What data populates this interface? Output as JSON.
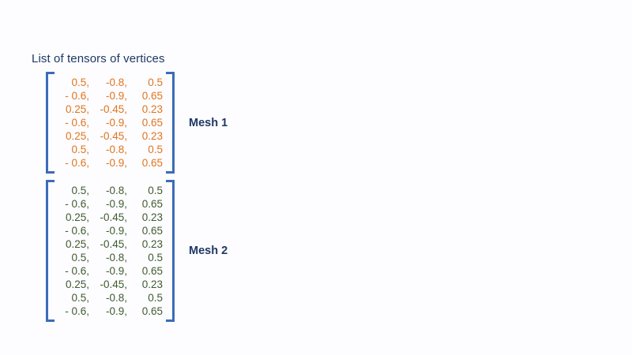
{
  "page": {
    "title": "List of tensors of vertices",
    "background_color": "#fdfcff"
  },
  "colors": {
    "title_navy": "#1f3864",
    "bracket_blue": "#3b6cb8",
    "mesh1_orange": "#e0751d",
    "mesh2_green": "#3f5b2e"
  },
  "meshes": [
    {
      "label": "Mesh 1",
      "color": "#e0751d",
      "row_count": 7,
      "column_count": 3,
      "rows": [
        [
          "0.5,",
          "-0.8,",
          "0.5"
        ],
        [
          "- 0.6,",
          "-0.9,",
          "0.65"
        ],
        [
          "0.25,",
          "-0.45,",
          "0.23"
        ],
        [
          "- 0.6,",
          "-0.9,",
          "0.65"
        ],
        [
          "0.25,",
          "-0.45,",
          "0.23"
        ],
        [
          "0.5,",
          "-0.8,",
          "0.5"
        ],
        [
          "- 0.6,",
          "-0.9,",
          "0.65"
        ]
      ]
    },
    {
      "label": "Mesh 2",
      "color": "#3f5b2e",
      "row_count": 10,
      "column_count": 3,
      "rows": [
        [
          "0.5,",
          "-0.8,",
          "0.5"
        ],
        [
          "- 0.6,",
          "-0.9,",
          "0.65"
        ],
        [
          "0.25,",
          "-0.45,",
          "0.23"
        ],
        [
          "- 0.6,",
          "-0.9,",
          "0.65"
        ],
        [
          "0.25,",
          "-0.45,",
          "0.23"
        ],
        [
          "0.5,",
          "-0.8,",
          "0.5"
        ],
        [
          "- 0.6,",
          "-0.9,",
          "0.65"
        ],
        [
          "0.25,",
          "-0.45,",
          "0.23"
        ],
        [
          "0.5,",
          "-0.8,",
          "0.5"
        ],
        [
          "- 0.6,",
          "-0.9,",
          "0.65"
        ]
      ]
    }
  ]
}
